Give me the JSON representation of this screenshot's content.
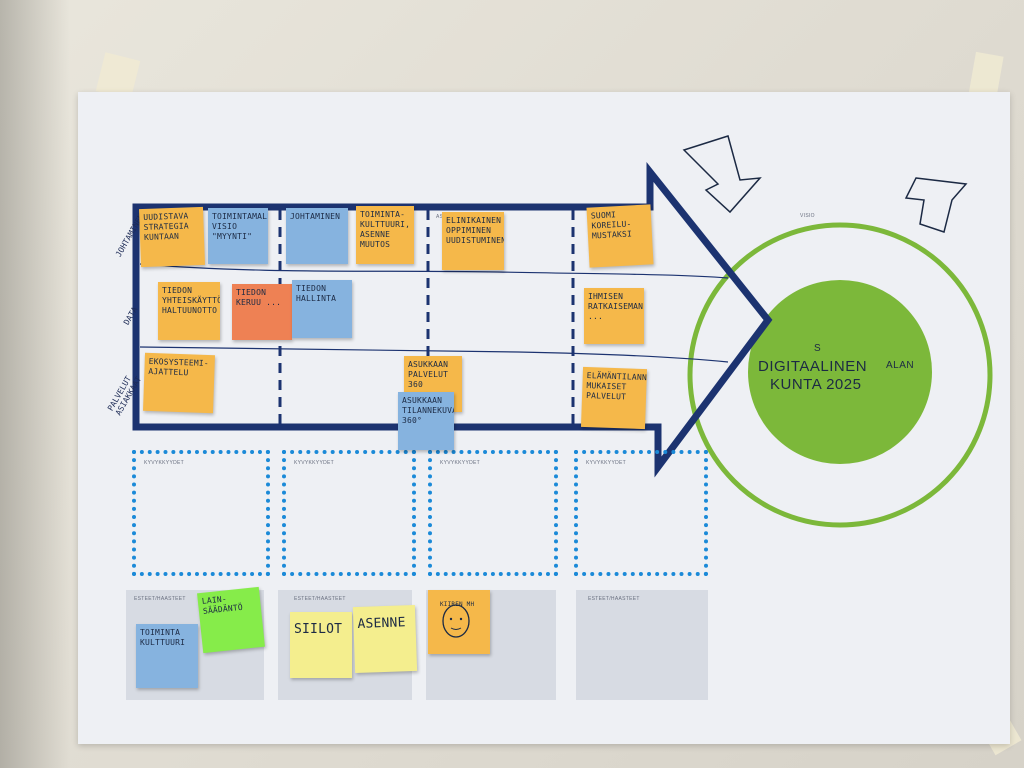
{
  "board": {
    "visio_label": "VISIO",
    "vision_text_line1": "DIGITAALINEN",
    "vision_text_line2": "KUNTA 2025",
    "vision_correction_top": "S",
    "vision_correction_right": "ALAN",
    "ask_label": "ASK",
    "row_labels": [
      "JOHTAMINEN",
      "DATA",
      "PALVELUT ASIAKKAAT"
    ],
    "kyvykkyydet_labels": [
      "KYVYKKYYDET",
      "KYVYKKYYDET",
      "KYVYKKYYDET",
      "KYVYKKYYDET"
    ],
    "esteet_labels": [
      "ESTEET/HAASTEET",
      "ESTEET/HAASTEET",
      "ESTEET/HAASTEET"
    ]
  },
  "notes": [
    {
      "id": "n1",
      "color": "orange",
      "text": "UUDISTAVA STRATEGIA KUNTAAN"
    },
    {
      "id": "n2",
      "color": "blue",
      "text": "TOIMINTAMALLIN VISIO \"MYYNTI\""
    },
    {
      "id": "n3",
      "color": "blue",
      "text": "JOHTAMINEN"
    },
    {
      "id": "n4",
      "color": "orange",
      "text": "TOIMINTA-KULTTUURI, ASENNE MUUTOS"
    },
    {
      "id": "n5",
      "color": "orange",
      "text": "ELINIKAINEN OPPIMINEN UUDISTUMINEN"
    },
    {
      "id": "n6",
      "color": "orange",
      "text": "SUOMI KOREILU-MUSTAKSI"
    },
    {
      "id": "n7",
      "color": "orange",
      "text": "TIEDON YHTEISKÄYTTÖ, HALTUUNOTTO"
    },
    {
      "id": "n8",
      "color": "salmon",
      "text": "TIEDON KERUU ..."
    },
    {
      "id": "n9",
      "color": "blue",
      "text": "TIEDON HALLINTA"
    },
    {
      "id": "n10",
      "color": "orange",
      "text": "IHMISEN RATKAISEMAN ..."
    },
    {
      "id": "n11",
      "color": "orange",
      "text": "EKOSYSTEEMI-AJATTELU"
    },
    {
      "id": "n12",
      "color": "orange",
      "text": "ASUKKAAN PALVELUT 360"
    },
    {
      "id": "n13",
      "color": "blue",
      "text": "ASUKKAAN TILANNEKUVA 360°"
    },
    {
      "id": "n14",
      "color": "orange",
      "text": "ELÄMÄNTILANNE-MUKAISET PALVELUT"
    },
    {
      "id": "n15",
      "color": "green",
      "text": "LAIN-SÄÄDÄNTÖ"
    },
    {
      "id": "n16",
      "color": "blue",
      "text": "TOIMINTA KULTTUURI"
    },
    {
      "id": "n17",
      "color": "yellow",
      "text": "SIILOT"
    },
    {
      "id": "n18",
      "color": "yellow",
      "text": "ASENNE"
    },
    {
      "id": "n19",
      "color": "orange",
      "text": "KIIREN MH"
    }
  ],
  "colors": {
    "navy": "#1c3370",
    "green": "#7cb83a",
    "dots": "#1b8ad8"
  }
}
